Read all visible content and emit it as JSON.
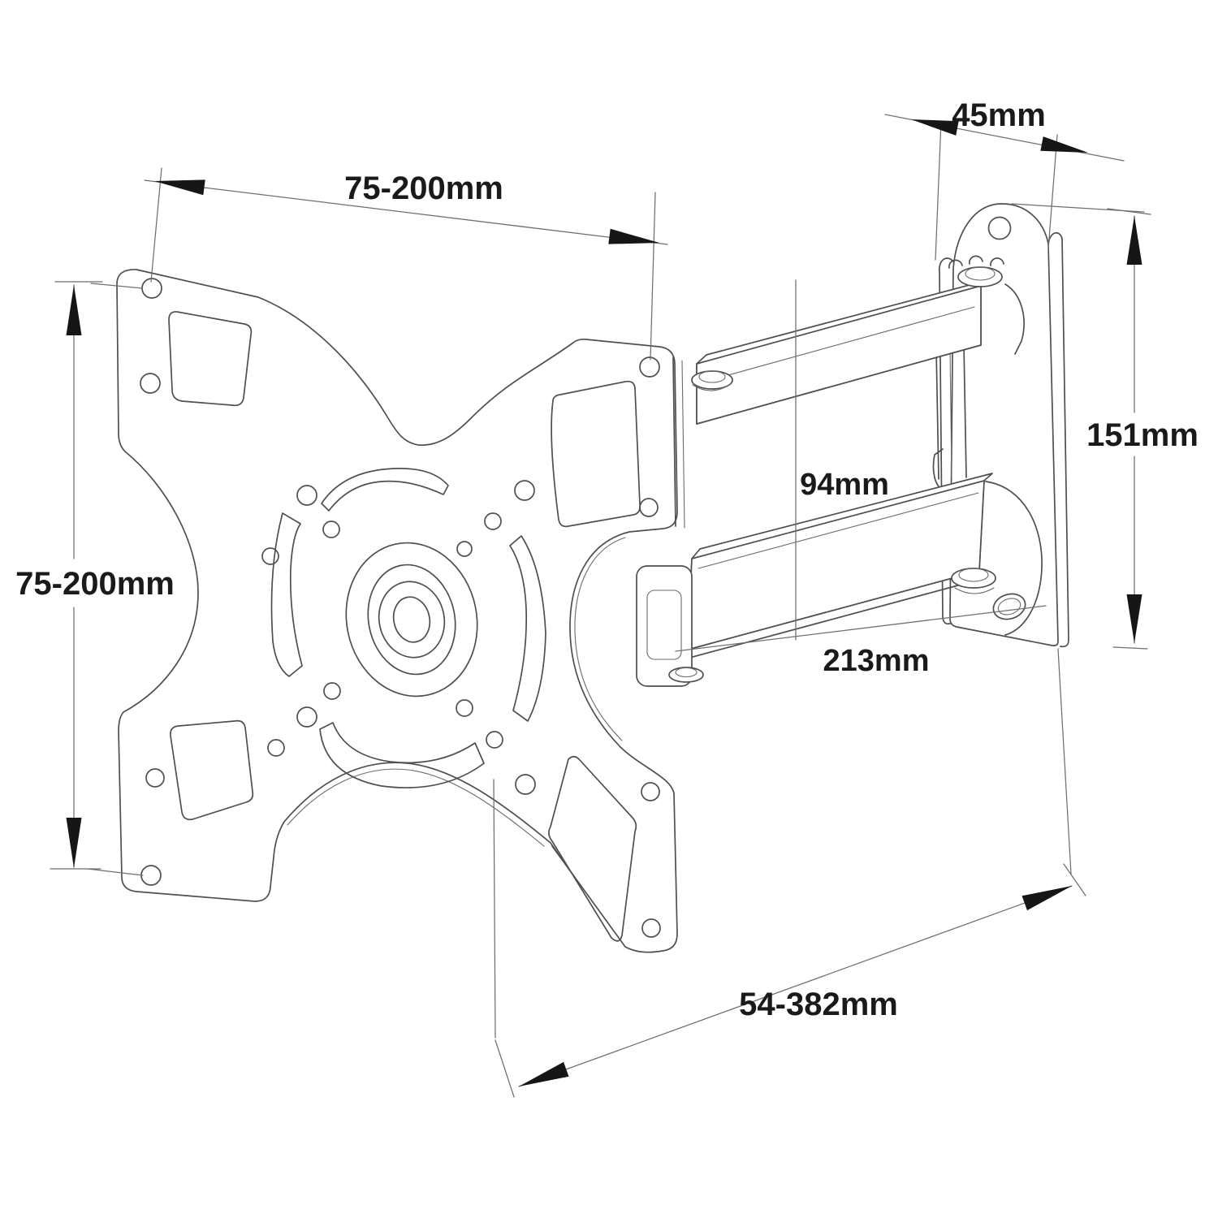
{
  "diagram": {
    "type": "technical-dimension-drawing",
    "subject": "articulating TV wall mount bracket",
    "background_color": "#ffffff",
    "line_color": "#4f4f4f",
    "dimension_color": "#1a1a1a",
    "labels": {
      "vesa_width": "75-200mm",
      "vesa_height": "75-200mm",
      "wall_plate_depth": "45mm",
      "wall_plate_height": "151mm",
      "arm_spacing": "94mm",
      "arm_length": "213mm",
      "extension_range": "54-382mm"
    }
  }
}
